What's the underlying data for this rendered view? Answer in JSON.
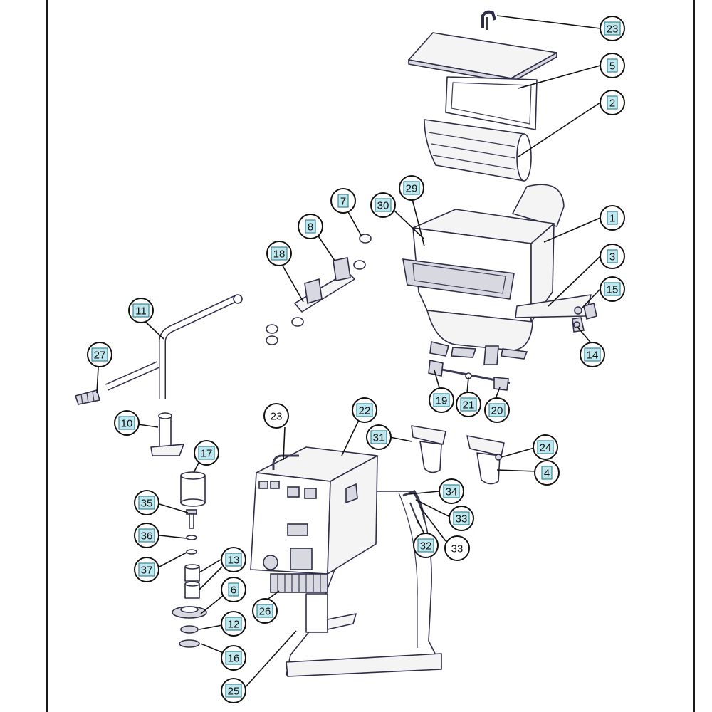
{
  "callouts": [
    {
      "id": "c-23-top",
      "label": "23",
      "style": "badge"
    },
    {
      "id": "c-5",
      "label": "5",
      "style": "badge"
    },
    {
      "id": "c-2",
      "label": "2",
      "style": "badge"
    },
    {
      "id": "c-29",
      "label": "29",
      "style": "badge"
    },
    {
      "id": "c-30",
      "label": "30",
      "style": "badge"
    },
    {
      "id": "c-7",
      "label": "7",
      "style": "badge"
    },
    {
      "id": "c-8",
      "label": "8",
      "style": "badge"
    },
    {
      "id": "c-18",
      "label": "18",
      "style": "badge"
    },
    {
      "id": "c-1",
      "label": "1",
      "style": "badge"
    },
    {
      "id": "c-3",
      "label": "3",
      "style": "badge"
    },
    {
      "id": "c-15",
      "label": "15",
      "style": "badge"
    },
    {
      "id": "c-14",
      "label": "14",
      "style": "badge"
    },
    {
      "id": "c-11",
      "label": "11",
      "style": "badge"
    },
    {
      "id": "c-27",
      "label": "27",
      "style": "badge"
    },
    {
      "id": "c-19",
      "label": "19",
      "style": "badge"
    },
    {
      "id": "c-21",
      "label": "21",
      "style": "badge"
    },
    {
      "id": "c-20",
      "label": "20",
      "style": "badge"
    },
    {
      "id": "c-10",
      "label": "10",
      "style": "badge"
    },
    {
      "id": "c-23-mid",
      "label": "23",
      "style": "plain"
    },
    {
      "id": "c-22",
      "label": "22",
      "style": "badge"
    },
    {
      "id": "c-31",
      "label": "31",
      "style": "badge"
    },
    {
      "id": "c-24",
      "label": "24",
      "style": "badge"
    },
    {
      "id": "c-4",
      "label": "4",
      "style": "badge"
    },
    {
      "id": "c-17",
      "label": "17",
      "style": "badge"
    },
    {
      "id": "c-34",
      "label": "34",
      "style": "badge"
    },
    {
      "id": "c-35",
      "label": "35",
      "style": "badge"
    },
    {
      "id": "c-33-a",
      "label": "33",
      "style": "badge"
    },
    {
      "id": "c-36",
      "label": "36",
      "style": "badge"
    },
    {
      "id": "c-32",
      "label": "32",
      "style": "badge"
    },
    {
      "id": "c-33-b",
      "label": "33",
      "style": "plain"
    },
    {
      "id": "c-37",
      "label": "37",
      "style": "badge"
    },
    {
      "id": "c-13",
      "label": "13",
      "style": "badge"
    },
    {
      "id": "c-6",
      "label": "6",
      "style": "badge"
    },
    {
      "id": "c-26",
      "label": "26",
      "style": "badge"
    },
    {
      "id": "c-12",
      "label": "12",
      "style": "badge"
    },
    {
      "id": "c-16",
      "label": "16",
      "style": "badge"
    },
    {
      "id": "c-25",
      "label": "25",
      "style": "badge"
    }
  ],
  "colors": {
    "badge_fill": "#bfe8ee",
    "outline": "#2d2d48",
    "leader": "#111111"
  }
}
